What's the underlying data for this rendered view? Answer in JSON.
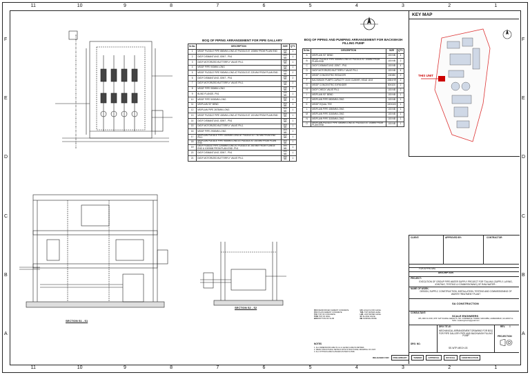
{
  "grid": {
    "top_numbers": [
      "11",
      "10",
      "9",
      "8",
      "7",
      "6",
      "5",
      "4",
      "3",
      "2",
      "1"
    ],
    "side_letters": [
      "F",
      "E",
      "D",
      "C",
      "B",
      "A"
    ]
  },
  "table1": {
    "title": "BOQ OF PIPING ARRANGEMENT FOR PIPE GALLARY",
    "headers": [
      "Sr.No.",
      "DESCRIPTION",
      "SIZE",
      "QTY."
    ],
    "rows": [
      [
        "1",
        "MS/DF PUDDLE PIPE 850MM LONG AT PUDDLE AT 100MM FROM PLAIN END",
        "200 NB",
        "1"
      ],
      [
        "2",
        "DI/DF DISMANTLING JOINT - PN1",
        "200 NB",
        "1"
      ],
      [
        "3",
        "DI/DF MOTORIZED BUTTERFLY VALVE PN-1",
        "200 NB",
        "1"
      ],
      [
        "4",
        "MS/DF PIPE 900MM LONG",
        "200 NB",
        "1"
      ],
      [
        "5",
        "MS/DF PUDDLE PIPE 900MM LONG AT PUDDLE AT 225 MM FROM PLAIN END",
        "250 NB",
        "2"
      ],
      [
        "6",
        "DI/DF DISMANTLING JOINT - PN1",
        "250 NB",
        "2"
      ],
      [
        "7",
        "DI/DF MOTORIZED BUTTERFLY VALVE PN-1",
        "250 NB",
        "2"
      ],
      [
        "8",
        "MS/DF PIPE 950MM LONG",
        "250 NB",
        "2"
      ],
      [
        "9",
        "BLIND FLANGE- PN1",
        "250 NB",
        "1"
      ],
      [
        "10",
        "MS/DF PIPE 5000MM LONG",
        "300 NB",
        "1"
      ],
      [
        "11",
        "MS/PLAIN 90° BEND",
        "300 NB",
        "1"
      ],
      [
        "12",
        "MS/PLAIN PIPE 2675MM LONG",
        "300 NB",
        "1"
      ],
      [
        "13",
        "MS/DF PUDDLE PIPE 400MM LONG AT PUDDLE AT 100 MM FROM PLAIN END",
        "300 NB",
        "1"
      ],
      [
        "14",
        "DI/DF DISMANTLING JOINT - PN1",
        "300 NB",
        "1"
      ],
      [
        "15",
        "DI/DF MOTORIZED BUTTERFLY VALVE PN-1",
        "300 NB",
        "1"
      ],
      [
        "16",
        "MS/DF PIPE 2900MM LONG",
        "300 NB",
        "1"
      ],
      [
        "17",
        "MS/PLAIN PUDDLE PIPE 1000MM LONG AT PUDDLE AT 700 MM FROM END PN-1",
        "300 NB",
        "1"
      ],
      [
        "18",
        "MS/PLAIN PUDDLE PIPE 900MM LONG AT PUDDLE AT 150 MM FROM PLAIN END",
        "300 NB",
        "1"
      ],
      [
        "19",
        "DI/DF PUDDLE PIPE 2250MM LONG AT PUDDLE AT 260 MM FROM FLANGE END & 1000MM FROM PLAIN END -PN1",
        "350 NB",
        "1"
      ],
      [
        "20",
        "DI/DF DISMANTLING JOINT - PN1",
        "350 NB",
        "1"
      ],
      [
        "21",
        "DI/DF MOTORIZED BUTTERFLY VALVE PN-1",
        "350 NB",
        "1"
      ]
    ]
  },
  "table2": {
    "title": "BOQ OF PIPING AND PUMPING ARRANGEMENT FOR BACKWASH FILLING PUMP",
    "headers": [
      "Sr.No.",
      "DESCRIPTION",
      "SIZE",
      "QTY."
    ],
    "rows": [
      [
        "A",
        "MS/PLAIN 90° BEND",
        "100 NB",
        "4"
      ],
      [
        "B",
        "MS/DF PUDDLE PIPE 400MM LONG AT PUDDLE AT 100MM FROM PLAIN END",
        "100 NB",
        "2"
      ],
      [
        "C",
        "DI/DF DISMANTLING JOINT - PN1",
        "100 NB",
        "4"
      ],
      [
        "D",
        "DI/DF MOTORIZED BUTTERFLY VALVE PN-1",
        "100 NB",
        "4"
      ],
      [
        "E",
        "MS/DF CONCENTRIC REDUCER",
        "100X80",
        "2"
      ],
      [
        "F",
        "BACKWASH PUMPS CAPACITY 15.00 CUM/HR, HEAD 18 M",
        "15M³/HR",
        "2"
      ],
      [
        "G",
        "MS/DF CONCENTRIC EXPANDER",
        "80X100",
        "2"
      ],
      [
        "H",
        "DI/DF CHECK VALVE PN-1",
        "100 NB",
        "2"
      ],
      [
        "I",
        "MS/PLAIN 90° BEND",
        "100 NB",
        "1"
      ],
      [
        "J",
        "MS/PLAIN PIPE 6500MM LONG",
        "100 NB",
        "1"
      ],
      [
        "K",
        "MS/DF EQUAL TEE",
        "100X100",
        "1"
      ],
      [
        "L",
        "MS/PLAIN PIPE 4050MM LONG",
        "100 NB",
        "1"
      ],
      [
        "M",
        "MS/PLAIN PIPE 3150MM LONG",
        "100 NB",
        "1"
      ],
      [
        "N",
        "MS/PLAIN PIPE 3150MM LONG",
        "100 NB",
        "1"
      ],
      [
        "O",
        "MS/PLAIN PUDDLE PIPE 400MM LONG AT PUDDLE AT 100MM FROM PLAIN END",
        "100 NB",
        "1"
      ]
    ]
  },
  "keymap": {
    "title": "KEY MAP",
    "this_unit": "THIS UNIT"
  },
  "sections": {
    "s1": "SECTION S1 - S1",
    "s2": "SECTION S2 - S2"
  },
  "titleblock": {
    "client": "CLIENT:",
    "approved_by": "APPROVED BY:",
    "contractor": "CONTRACTOR",
    "for_approval": "FOR APPROVAL",
    "rev_desc": "DESCRIPTION",
    "project_label": "PROJECT:",
    "project_text": "EXECUTION OF GROUP PIPE WATER SUPPLY PROJECT FOR 'TALUKA' (SUPPLY, LAYING, JOINTING, TESTING & COMMISSIONING) OF RAW WATER...",
    "name_work_label": "NAME OF WORK:",
    "name_work_text": "DESIGN, SUPPLY, CONSTRUCTION, INSTALLATION, TESTING AND COMMISSIONING OF WATER TREATMENT PLANT",
    "sa_construction": "SA CONSTRUCTION",
    "consultant": "CONSULTANT:",
    "scale": "SCALE ENGINEERS",
    "scale_addr": "305, 3RD FLOOR, OPP. SATYAGRAH HEIGHTS, NR. COMMERCE TOWER, MAKARBA, AHMEDABAD, GUJARAT. E-MAIL: scaleengineers@gmail.com",
    "drg_title_label": "DRG TITLE:",
    "drg_title": "MECHANICAL ARRANGEMENT DRAWING FOR BOQ FOR PIPE GALLERY PIPE AND BACKWASH FILLING PUMP",
    "drg_no_label": "DRG. NO.",
    "drg_no": "SE-WTP-MECH-03",
    "rev_label": "REV.",
    "rev": "0",
    "projection": "PROJECTION",
    "notes_title": "NOTES",
    "notes": [
      "1. ALL DIMENSIONS ARE IN mm & LEVELS ARE IN METRES.",
      "2. READ STRUCTURAL DETAILS WITH STRUCTURAL DRAWING OF UNIT.",
      "3. ALL FITTINGS ARE FLANGED AS PER IS:1538."
    ],
    "release": [
      "RELEASED FOR",
      "PRELIMINARY",
      "TENDER",
      "APPROVAL",
      "OFFICIAL",
      "CONSTRUCTION"
    ]
  },
  "legend": {
    "items": [
      [
        "RCC",
        "REINFORCED CEMENT CONCRETE"
      ],
      [
        "PCC",
        "PLAIN CEMENT CONCRETE"
      ],
      [
        "TOC",
        "TOP OF CONCRETE"
      ],
      [
        "TOW",
        "TOP OF WALL"
      ],
      [
        "BOS",
        "BOTTOM OF SLAB"
      ],
      [
        "HFL",
        "HIGH FLOOD LEVEL"
      ],
      [
        "TWL",
        "TOP WATER LEVEL"
      ],
      [
        "LWL",
        "LOW WATER LEVEL"
      ],
      [
        "SV",
        "SLUICE VALVE"
      ],
      [
        "NB",
        "NOMINAL BORE"
      ]
    ]
  }
}
